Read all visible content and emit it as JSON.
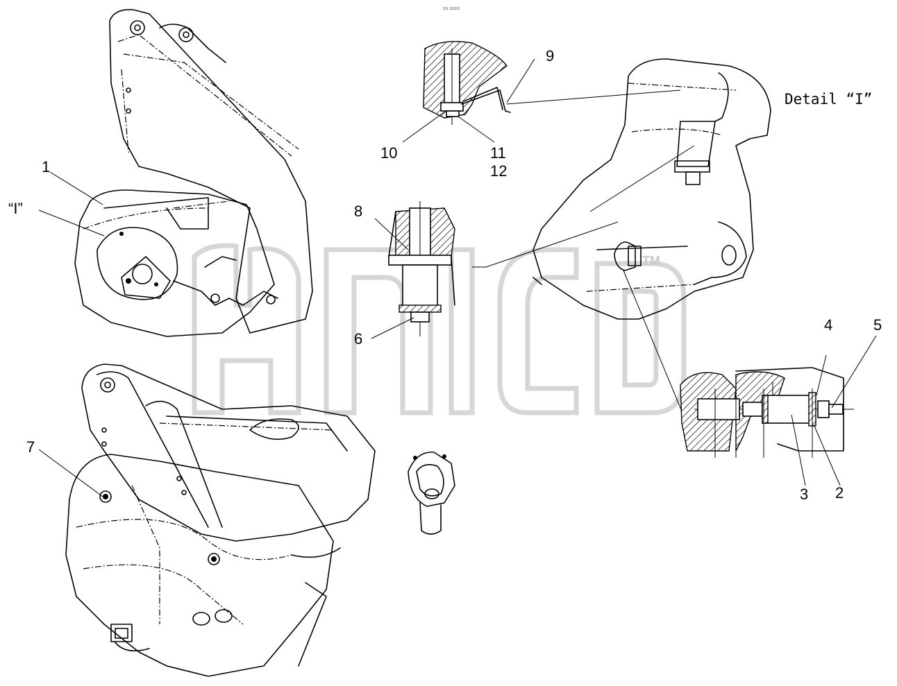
{
  "header": {
    "caption": "▫₁ ▫▫▫"
  },
  "detail": {
    "title": "Detail “I”"
  },
  "callouts": {
    "c1": "1",
    "cI": "“I”",
    "c2": "2",
    "c3": "3",
    "c4": "4",
    "c5": "5",
    "c6": "6",
    "c7": "7",
    "c8": "8",
    "c9": "9",
    "c10": "10",
    "c11": "11",
    "c12": "12"
  },
  "watermark": {
    "mark": "TM"
  }
}
